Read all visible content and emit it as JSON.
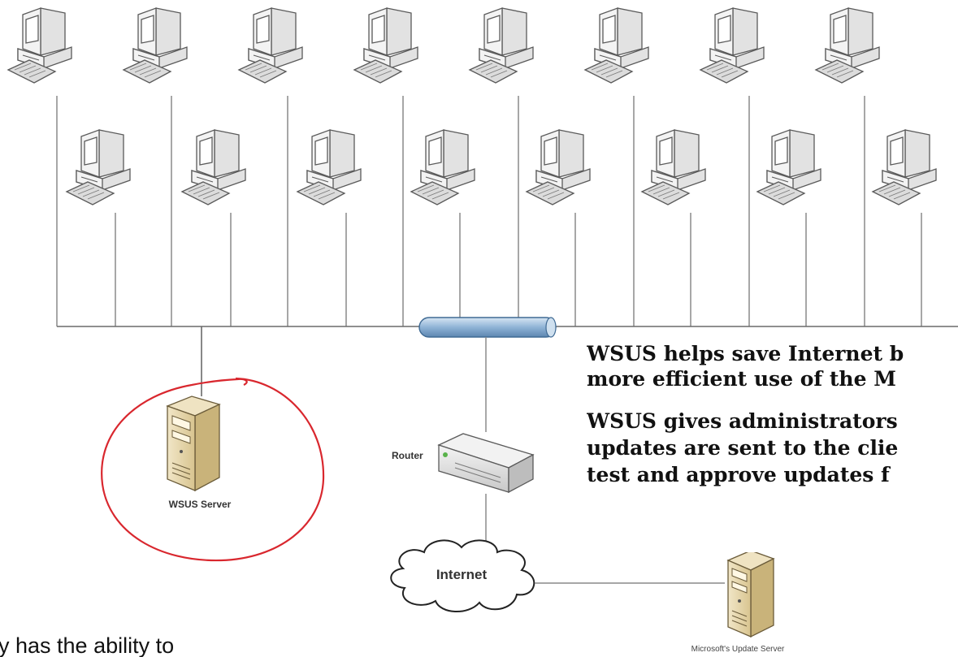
{
  "diagram": {
    "row1_computer_count": 8,
    "row2_computer_count": 8,
    "labels": {
      "wsus_server": "WSUS Server",
      "router": "Router",
      "internet": "Internet",
      "ms_update_server": "Microsoft's Update Server"
    },
    "annotation_lines": [
      "WSUS helps save Internet b",
      "more efficient use of the M",
      "WSUS gives administrators",
      "updates are sent to the clie",
      "test and approve updates f"
    ],
    "bottom_text": "y has the ability to",
    "highlight_color": "#d9272e",
    "bus_color": "#7faacf"
  }
}
